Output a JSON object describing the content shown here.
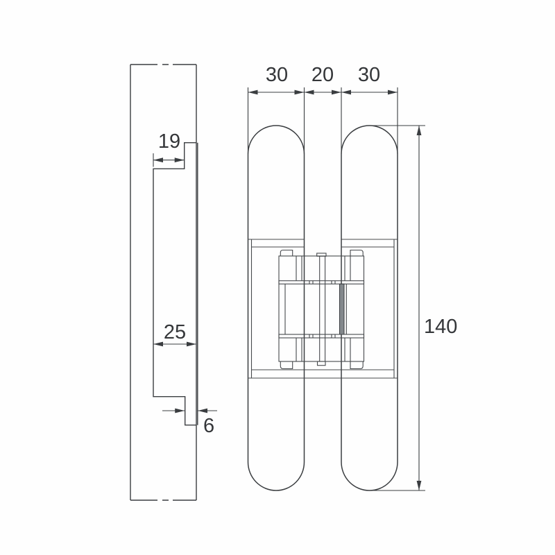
{
  "drawing": {
    "type": "technical-dimension-drawing",
    "subject": "concealed-door-hinge",
    "colors": {
      "background": "#fefefe",
      "line": "#3a3d40",
      "text": "#343639",
      "shaft_fill": "#83888c"
    },
    "side_view": {
      "recess_depth_top": "19",
      "recess_depth": "25",
      "plate_offset": "6"
    },
    "front_view": {
      "left_body_width": "30",
      "center_gap_width": "20",
      "right_body_width": "30",
      "overall_height": "140"
    }
  }
}
